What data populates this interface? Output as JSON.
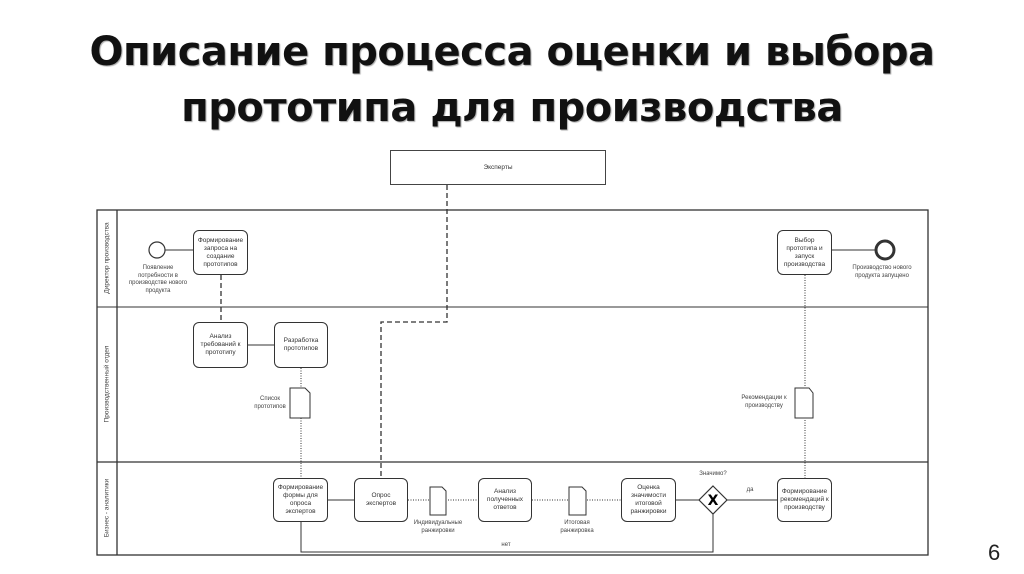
{
  "slide": {
    "title_line1": "Описание процесса оценки и выбора",
    "title_line2": "прототипа для производства",
    "page_number": "6"
  },
  "diagram": {
    "external_pool": "Эксперты",
    "lanes": [
      "Директор производства",
      "Производственный отдел",
      "Бизнес - аналитики"
    ],
    "start_event": "Появление потребности в производстве нового продукта",
    "end_event": "Производство нового продукта запущено",
    "tasks": {
      "request": "Формирование запроса на создание прототипов",
      "analysis_req": "Анализ требований к прототипу",
      "develop": "Разработка прототипов",
      "form": "Формирование формы для опроса экспертов",
      "survey": "Опрос экспертов",
      "analyze_answers": "Анализ полученных ответов",
      "evaluate": "Оценка значимости итоговой ранжировки",
      "recommend": "Формирование рекомендаций к производству",
      "select": "Выбор прототипа и запуск производства"
    },
    "documents": {
      "prototypes_list": "Список прототипов",
      "individual": "Индивидуальные ранжировки",
      "final": "Итоговая ранжировка",
      "recommendations": "Рекомендации к производству"
    },
    "gateway": {
      "question": "Значимо?",
      "yes": "да",
      "no": "нет"
    }
  }
}
